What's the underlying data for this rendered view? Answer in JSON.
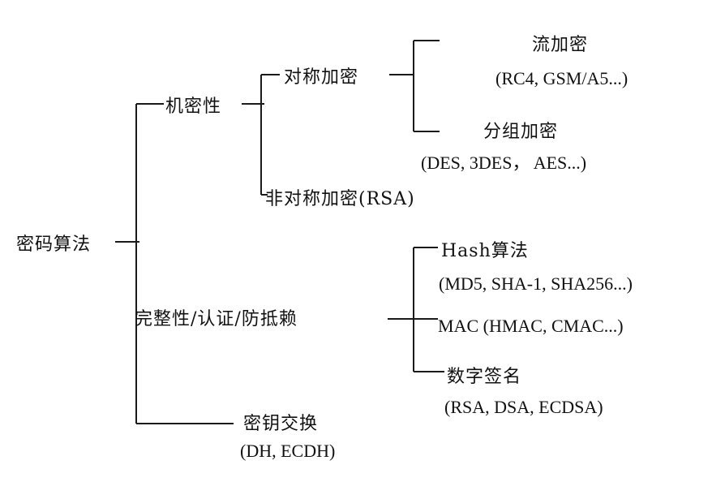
{
  "root": "密码算法",
  "confidentiality": {
    "label": "机密性",
    "symmetric": {
      "label": "对称加密",
      "stream": {
        "label": "流加密",
        "examples": "(RC4, GSM/A5...)"
      },
      "block": {
        "label": "分组加密",
        "examples": "(DES, 3DES， AES...)"
      }
    },
    "asymmetric": {
      "label": "非对称加密(RSA)"
    }
  },
  "integrity": {
    "label": "完整性/认证/防抵赖",
    "hash": {
      "label": "Hash算法",
      "examples": "(MD5, SHA-1, SHA256...)"
    },
    "mac": {
      "label": "MAC (HMAC, CMAC...)"
    },
    "signature": {
      "label": "数字签名",
      "examples": "(RSA, DSA, ECDSA)"
    }
  },
  "key_exchange": {
    "label": "密钥交换",
    "examples": "(DH, ECDH)"
  }
}
